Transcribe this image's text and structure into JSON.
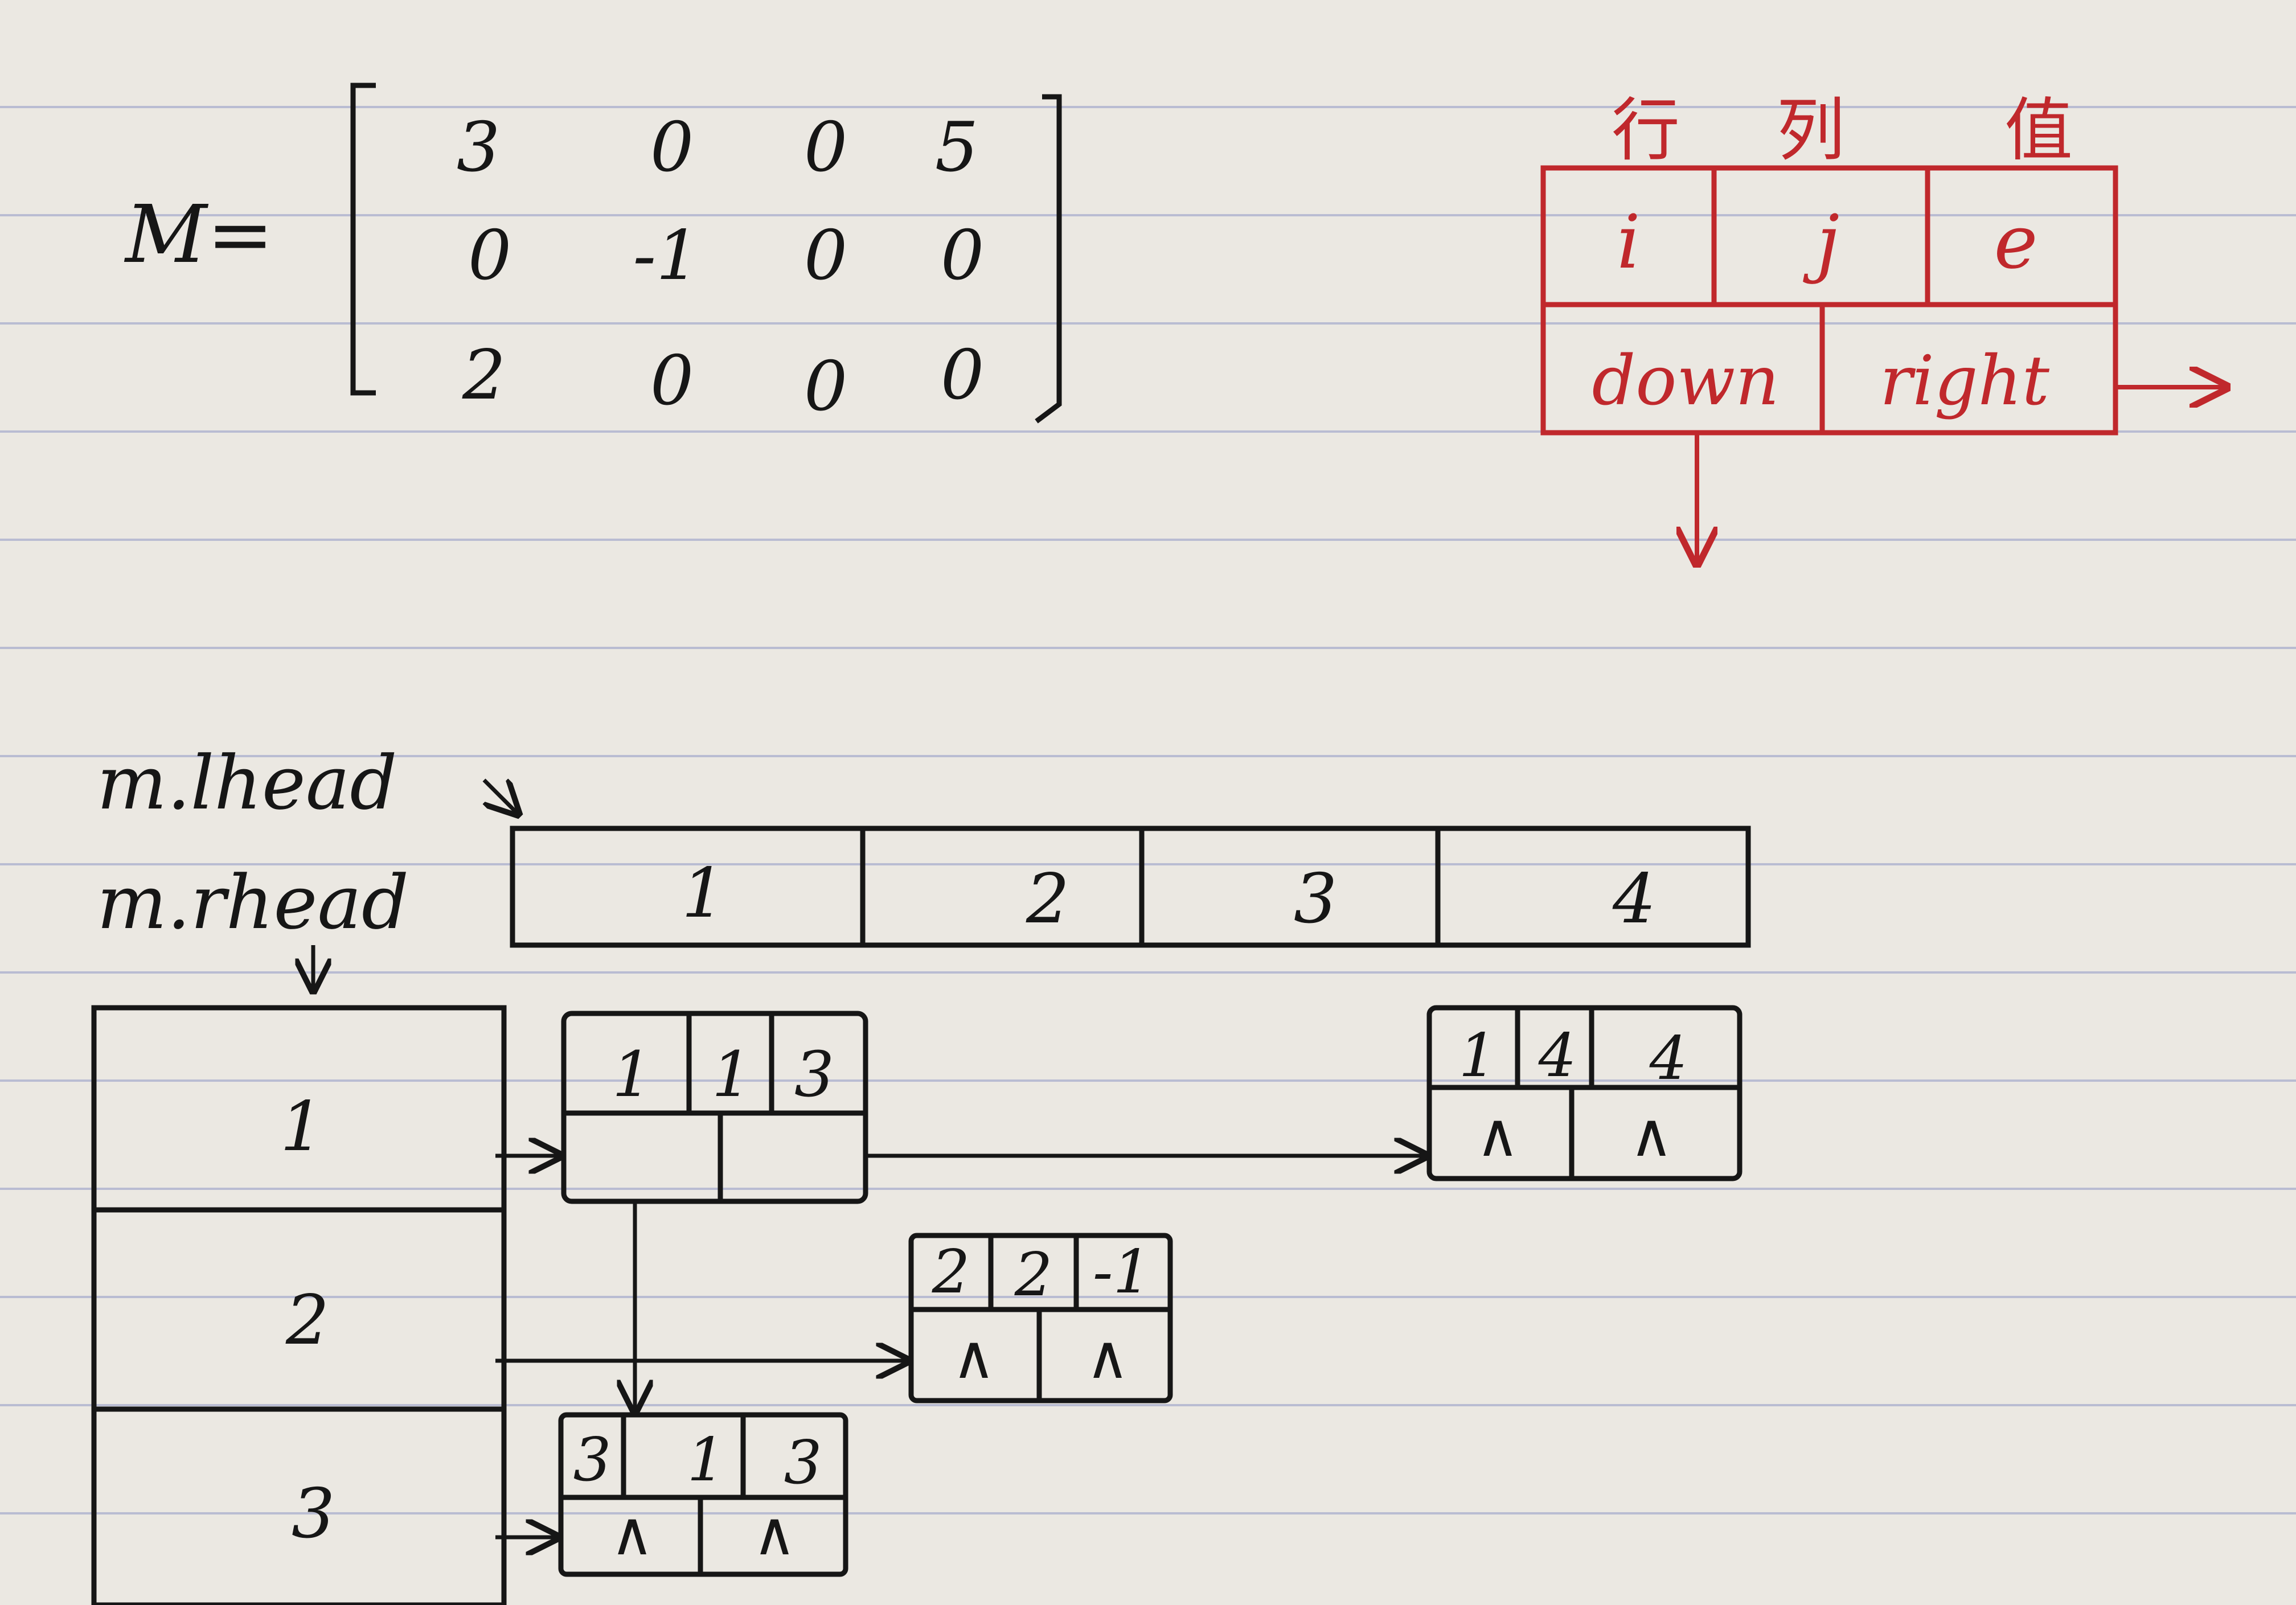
{
  "matrix": {
    "label": "M=",
    "rows": [
      [
        "3",
        "0",
        "0",
        "5"
      ],
      [
        "0",
        "-1",
        "0",
        "0"
      ],
      [
        "2",
        "0",
        "0",
        "0"
      ]
    ]
  },
  "node_legend": {
    "header": [
      "行",
      "列",
      "值"
    ],
    "fields": [
      "i",
      "j",
      "e"
    ],
    "pointers": [
      "down",
      "right"
    ]
  },
  "heads": {
    "lhead_label": "m.lhead",
    "rhead_label": "m.rhead",
    "column_heads": [
      "1",
      "2",
      "3",
      "4"
    ],
    "row_heads": [
      "1",
      "2",
      "3"
    ]
  },
  "nodes": [
    {
      "id": "n113",
      "fields": [
        "1",
        "1",
        "3"
      ],
      "down": "",
      "right": ""
    },
    {
      "id": "n144",
      "fields": [
        "1",
        "4",
        "4"
      ],
      "down": "∧",
      "right": "∧"
    },
    {
      "id": "n22m1",
      "fields": [
        "2",
        "2",
        "-1"
      ],
      "down": "∧",
      "right": "∧"
    },
    {
      "id": "n313",
      "fields": [
        "3",
        "1",
        "3"
      ],
      "down": "∧",
      "right": "∧"
    }
  ],
  "colors": {
    "ink": "#161616",
    "red": "#c0282c",
    "rule": "#b9bcd2"
  }
}
